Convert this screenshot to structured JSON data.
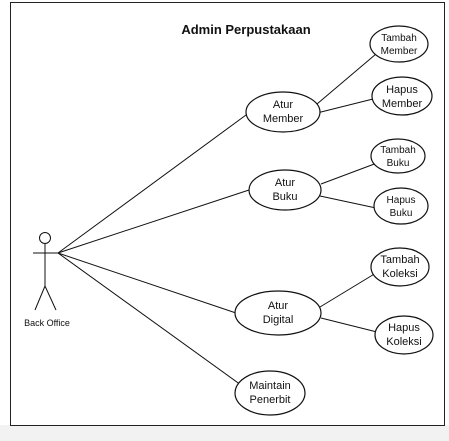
{
  "title": "Admin Perpustakaan",
  "actor": {
    "label": "Back Office"
  },
  "usecases": {
    "atur_member": [
      "Atur",
      "Member"
    ],
    "tambah_member": [
      "Tambah",
      "Member"
    ],
    "hapus_member": [
      "Hapus",
      "Member"
    ],
    "atur_buku": [
      "Atur",
      "Buku"
    ],
    "tambah_buku": [
      "Tambah",
      "Buku"
    ],
    "hapus_buku": [
      "Hapus",
      "Buku"
    ],
    "atur_digital": [
      "Atur",
      "Digital"
    ],
    "tambah_koleksi": [
      "Tambah",
      "Koleksi"
    ],
    "hapus_koleksi": [
      "Hapus",
      "Koleksi"
    ],
    "maintain_penerbit": [
      "Maintain",
      "Penerbit"
    ]
  }
}
